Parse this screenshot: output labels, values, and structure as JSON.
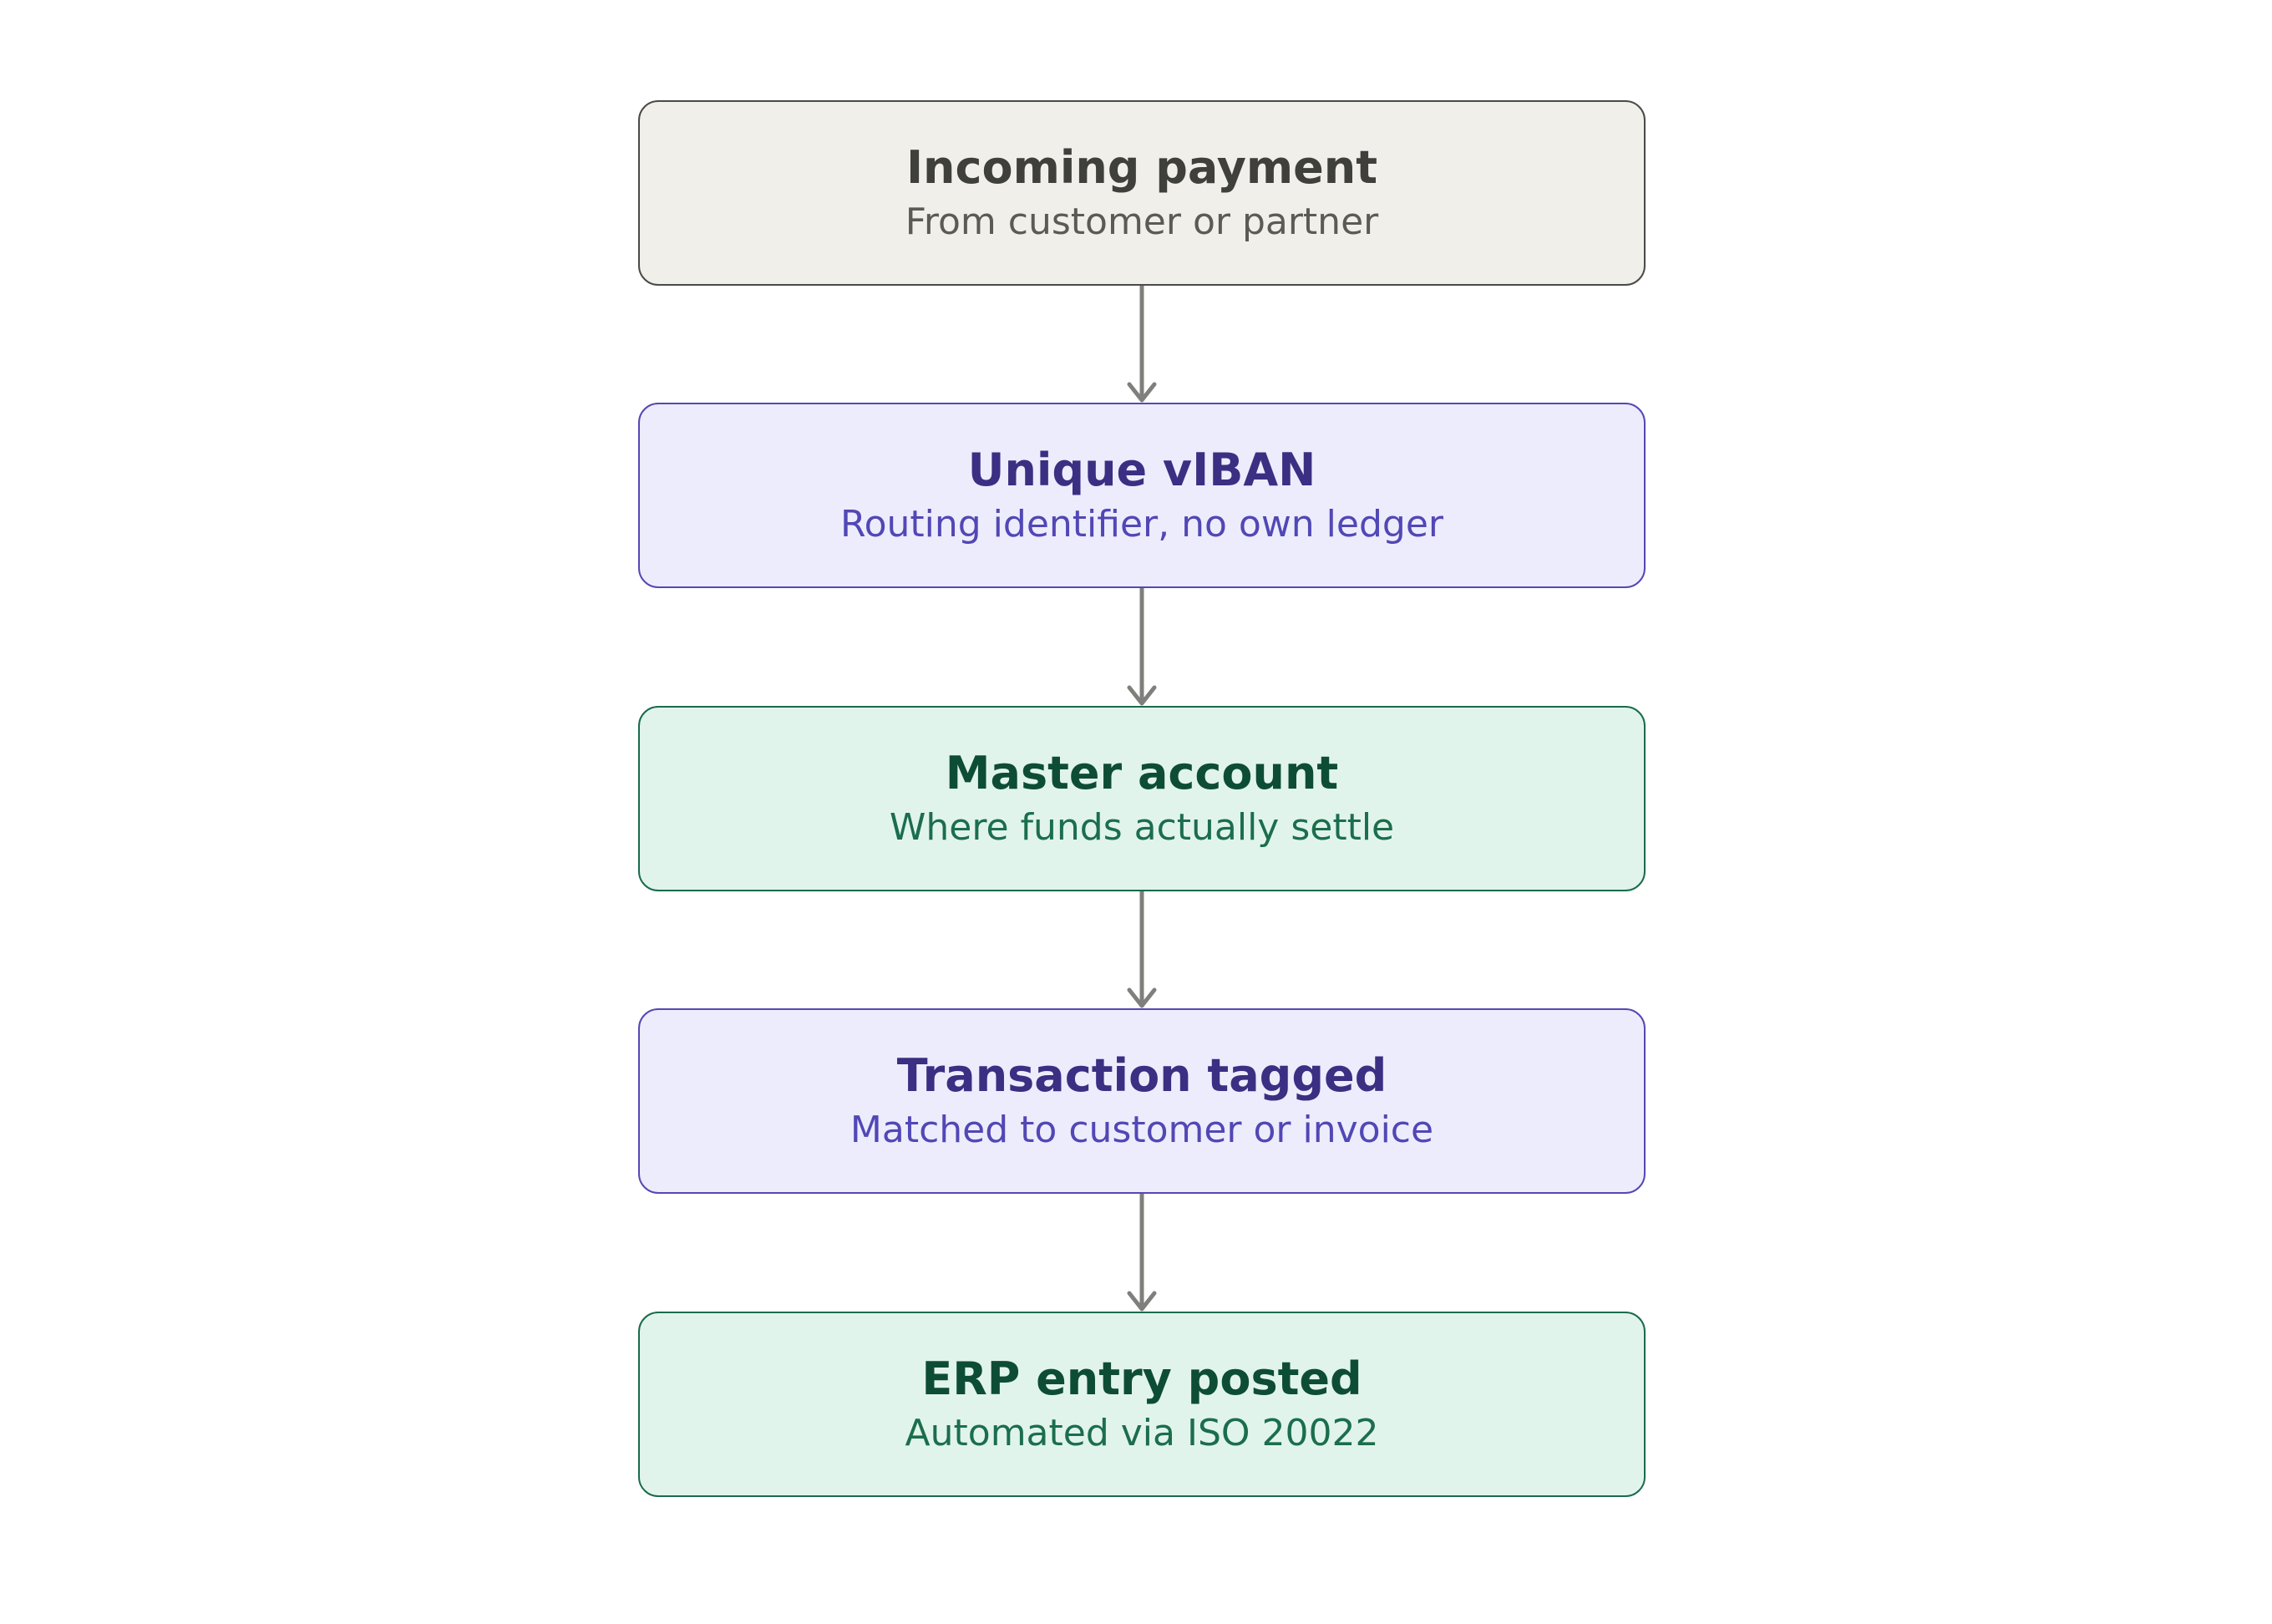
{
  "diagram": {
    "nodes": [
      {
        "title": "Incoming payment",
        "subtitle": "From customer or partner",
        "style": "neutral"
      },
      {
        "title": "Unique vIBAN",
        "subtitle": "Routing identifier, no own ledger",
        "style": "purple"
      },
      {
        "title": "Master account",
        "subtitle": "Where funds actually settle",
        "style": "green"
      },
      {
        "title": "Transaction tagged",
        "subtitle": "Matched to customer or invoice",
        "style": "purple"
      },
      {
        "title": "ERP entry posted",
        "subtitle": "Automated via ISO 20022",
        "style": "green"
      }
    ],
    "colors": {
      "neutral_fill": "#f1efe9",
      "neutral_border": "#4a4a46",
      "purple_fill": "#edecfc",
      "purple_border": "#5548b3",
      "green_fill": "#e1f4ec",
      "green_border": "#1a6b4c",
      "arrow": "#7f7f7b"
    }
  }
}
